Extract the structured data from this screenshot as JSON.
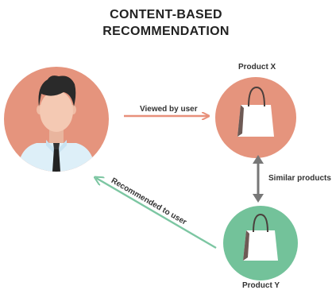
{
  "title": {
    "line1": "CONTENT-BASED",
    "line2": "RECOMMENDATION"
  },
  "labels": {
    "product_x": "Product X",
    "product_y": "Product Y",
    "viewed_by_user": "Viewed by user",
    "similar_products": "Similar products",
    "recommended_to_user": "Recommended to user"
  },
  "colors": {
    "user_circle": "#E5947D",
    "product_x_circle": "#E5947D",
    "product_y_circle": "#73C29A",
    "viewed_arrow": "#E8907A",
    "recommended_arrow": "#7CC6A2",
    "similar_arrow": "#777777",
    "skin": "#F4C9B3",
    "hair": "#2A2A2A",
    "shirt": "#DDEFF8",
    "tie": "#222222"
  },
  "icons": [
    "user-avatar-icon",
    "shopping-bag-icon",
    "shopping-bag-icon"
  ]
}
